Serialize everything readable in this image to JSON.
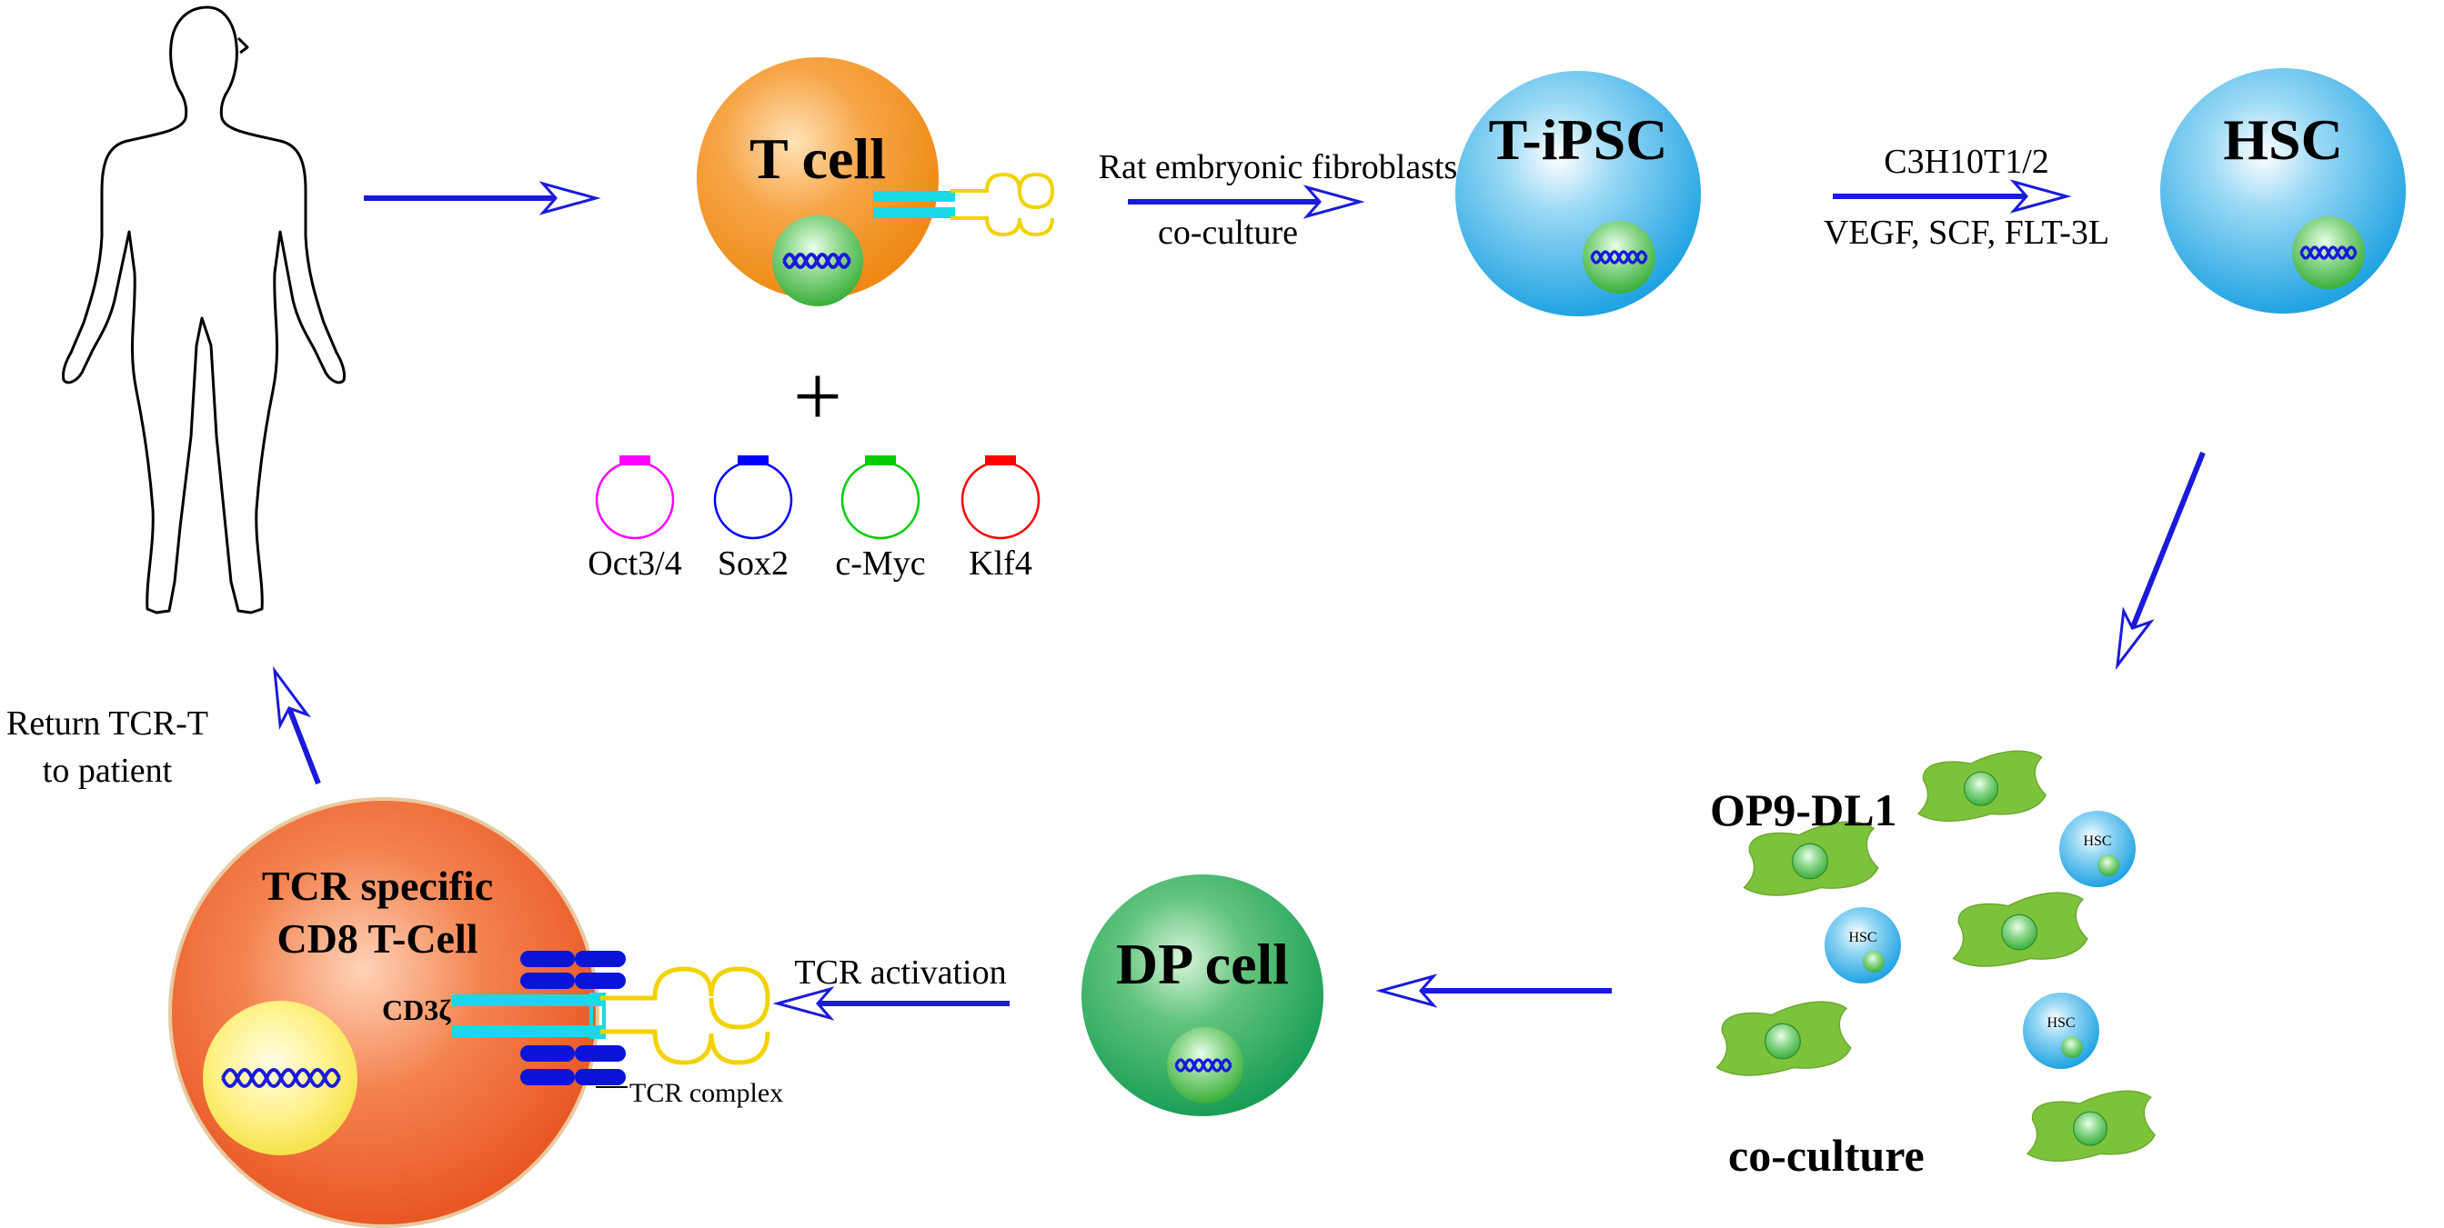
{
  "labels": {
    "t_cell": "T cell",
    "t_ipsc": "T-iPSC",
    "hsc": "HSC",
    "dp_cell": "DP cell",
    "tcr_cell_line1": "TCR specific",
    "tcr_cell_line2": "CD8 T-Cell",
    "cd3z": "CD3ζ",
    "tcr_complex": "TCR complex",
    "op9": "OP9-DL1",
    "co_culture_bold": "co-culture",
    "hsc_small": "HSC",
    "plus": "+"
  },
  "arrows": {
    "t_to_ipsc_top": "Rat embryonic fibroblasts",
    "t_to_ipsc_bottom": "co-culture",
    "ipsc_to_hsc_top": "C3H10T1/2",
    "ipsc_to_hsc_bottom": "VEGF, SCF, FLT-3L",
    "tcr_activation": "TCR activation",
    "return_line1": "Return TCR-T",
    "return_line2": "to patient"
  },
  "factors": [
    {
      "name": "Oct3/4",
      "color": "#ff00ff"
    },
    {
      "name": "Sox2",
      "color": "#0000ff"
    },
    {
      "name": "c-Myc",
      "color": "#00cc00"
    },
    {
      "name": "Klf4",
      "color": "#ff0000"
    }
  ],
  "colors": {
    "arrow": "#1a1adb",
    "t_cell": "#f0901e",
    "stem": "#2aa7e4",
    "dp": "#20a860",
    "tcr_cell": "#ee6030",
    "nucleus": "#4cbf4c",
    "stromal": "#7dc23b",
    "tcr_yellow": "#f2d200",
    "tcr_cyan": "#19d9e6",
    "cd3_blue": "#0a14d8"
  }
}
